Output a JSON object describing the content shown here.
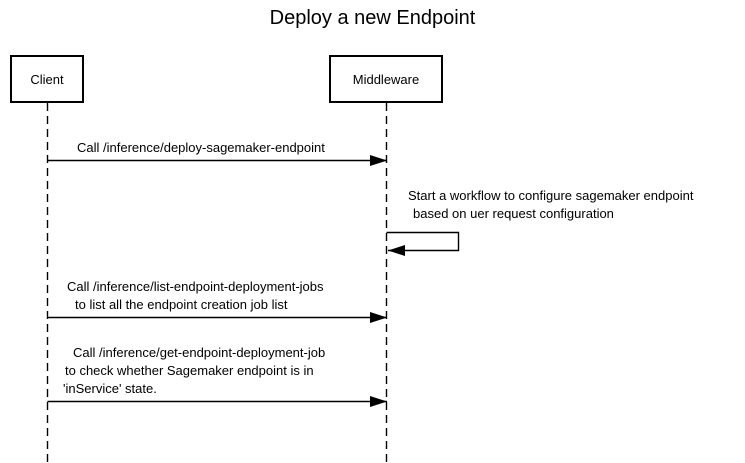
{
  "diagram": {
    "title": "Deploy a new Endpoint",
    "actors": [
      {
        "id": "client",
        "label": "Client"
      },
      {
        "id": "middleware",
        "label": "Middleware"
      }
    ],
    "messages": [
      {
        "kind": "call",
        "from": "Client",
        "to": "Middleware",
        "lines": [
          "Call /inference/deploy-sagemaker-endpoint"
        ]
      },
      {
        "kind": "self",
        "actor": "Middleware",
        "lines": [
          "Start a workflow to configure sagemaker endpoint",
          "based on uer request configuration"
        ]
      },
      {
        "kind": "call",
        "from": "Client",
        "to": "Middleware",
        "lines": [
          "Call /inference/list-endpoint-deployment-jobs",
          "to list all the endpoint creation job list"
        ]
      },
      {
        "kind": "call",
        "from": "Client",
        "to": "Middleware",
        "lines": [
          "Call /inference/get-endpoint-deployment-job",
          "to check whether Sagemaker endpoint is in",
          "'inService' state."
        ]
      }
    ],
    "colors": {
      "stroke": "#000000",
      "text": "#000000",
      "background": "#ffffff"
    }
  }
}
